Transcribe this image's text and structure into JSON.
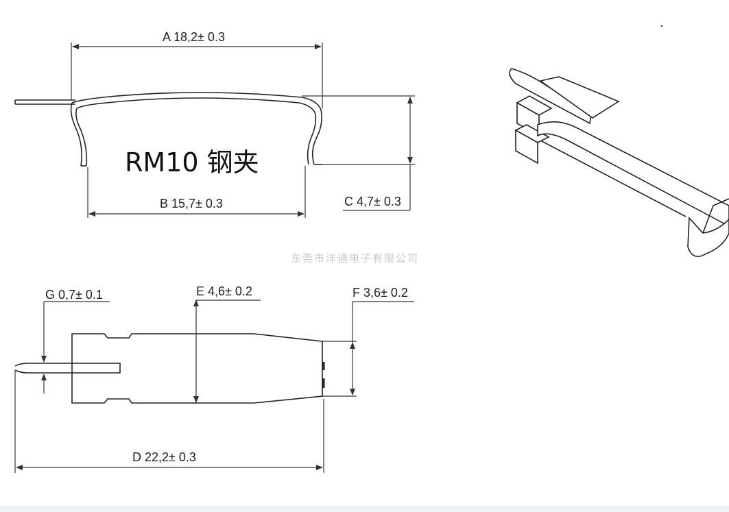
{
  "title": "RM10 钢夹",
  "watermark": "东莞市洋通电子有限公司",
  "dimensions": {
    "A": "A 18,2± 0.3",
    "B": "B 15,7± 0.3",
    "C": "C 4,7± 0.3",
    "D": "D 22,2± 0.3",
    "E": "E 4,6± 0.2",
    "F": "F 3,6± 0.2",
    "G": "G 0,7± 0.1"
  }
}
